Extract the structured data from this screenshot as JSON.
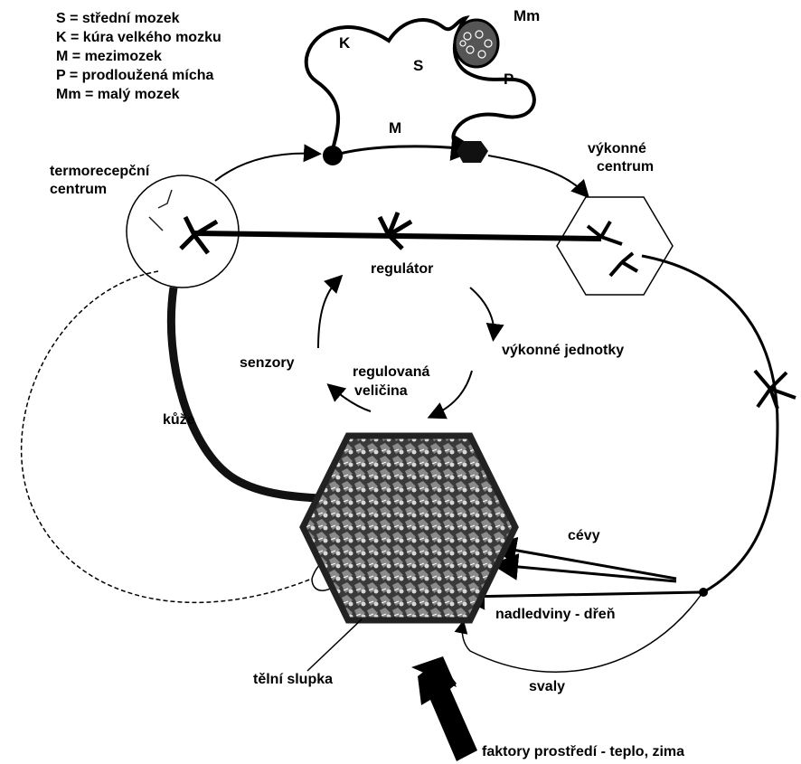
{
  "legend": [
    "S = střední mozek",
    "K = kúra velkého mozku",
    "M = mezimozek",
    "P = prodloužená mícha",
    "Mm = malý mozek"
  ],
  "brain_labels": {
    "k": "K",
    "s": "S",
    "p": "P",
    "mm": "Mm",
    "m": "M"
  },
  "labels": {
    "termoreceptni_line1": "termorecepční",
    "termoreceptni_line2": "centrum",
    "vykonne_line1": "výkonné",
    "vykonne_line2": "centrum",
    "regulator": "regulátor",
    "senzory": "senzory",
    "regulovana_line1": "regulovaná",
    "regulovana_line2": "veličina",
    "vykonne_jednotky": "výkonné jednotky",
    "kuze": "kůže",
    "cevy": "cévy",
    "nadledviny": "nadledviny - dřeň",
    "telni_slupka": "tělní slupka",
    "svaly": "svaly",
    "faktory": "faktory prostředí - teplo, zima"
  }
}
